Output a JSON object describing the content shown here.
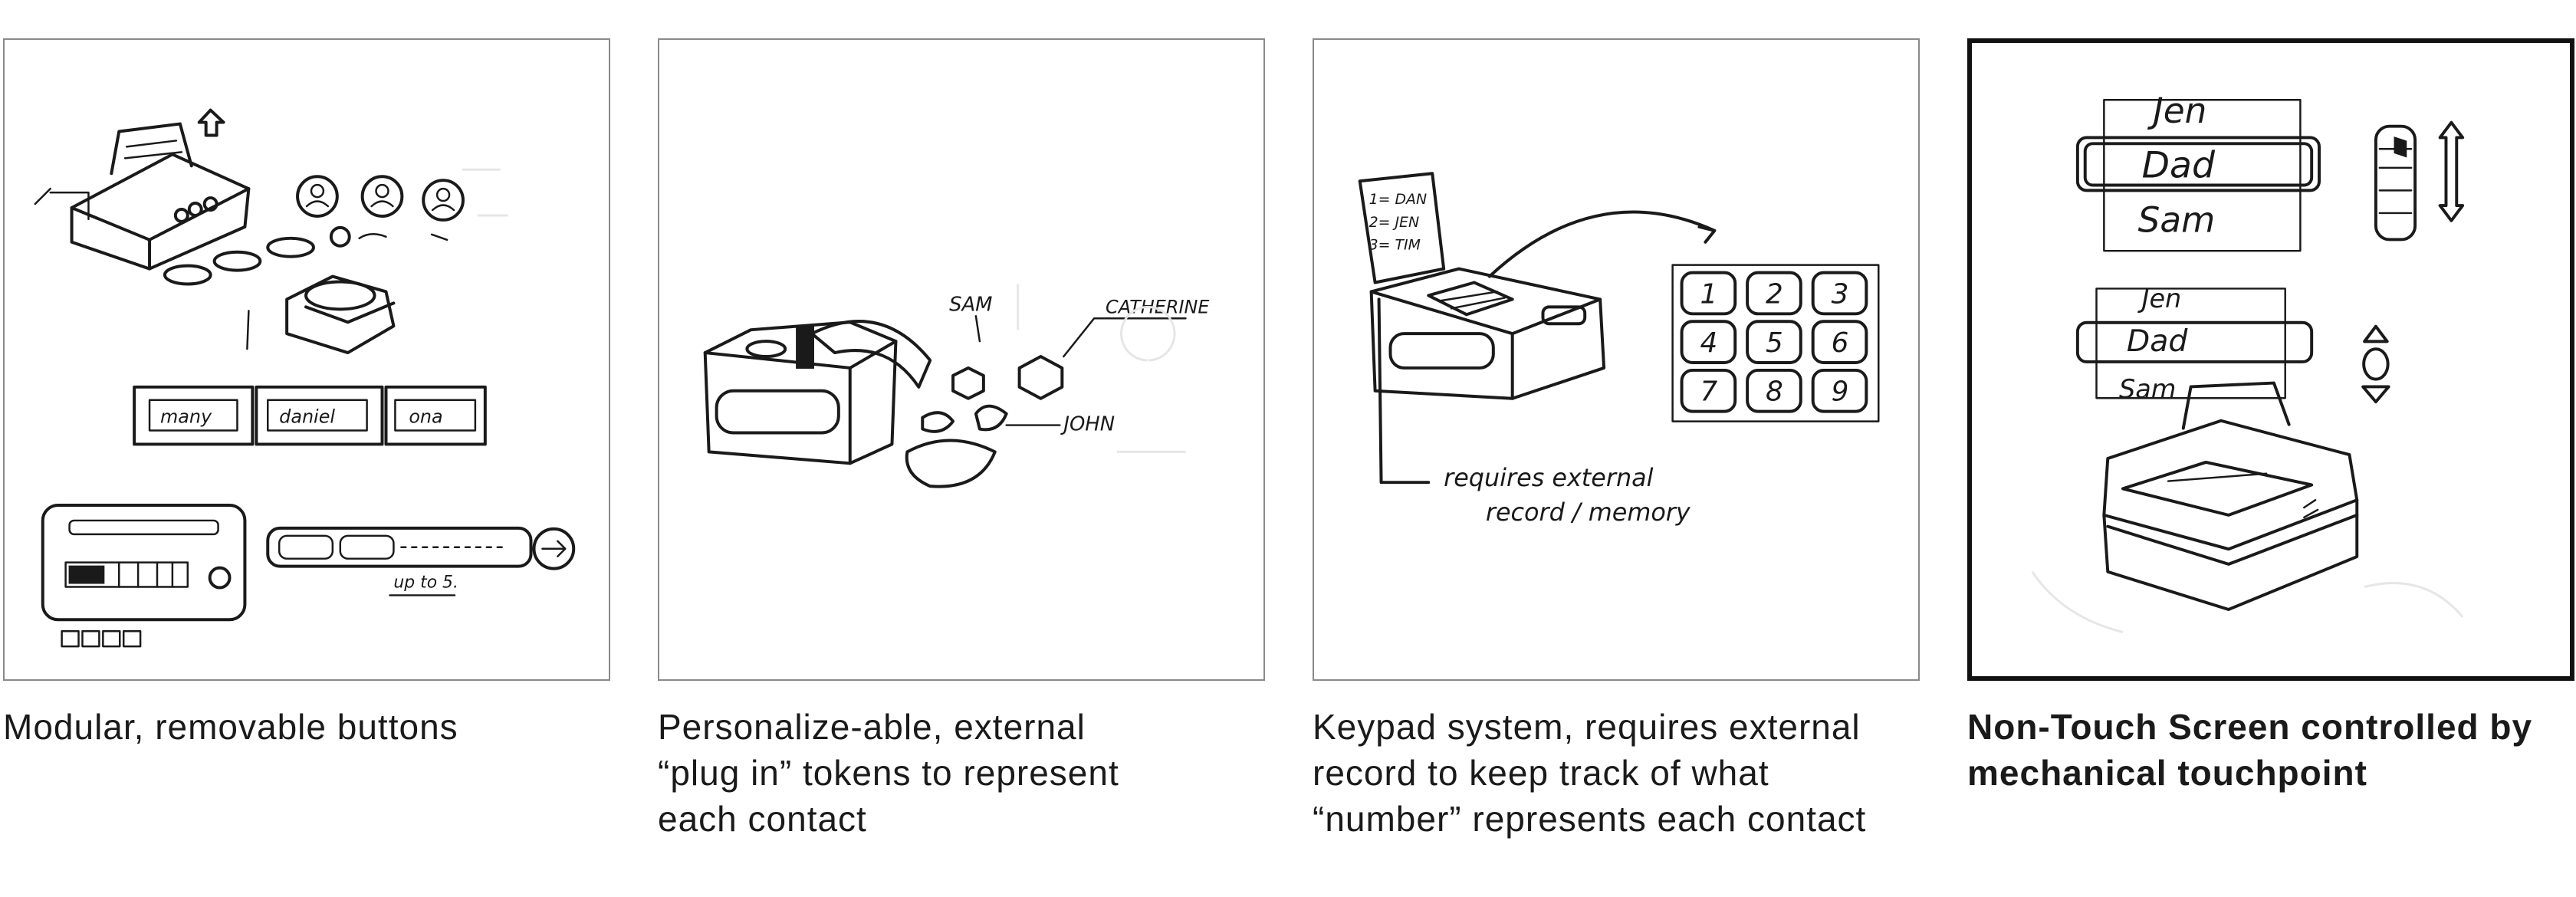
{
  "panels": [
    {
      "caption_lines": [
        "Modular, removable buttons"
      ],
      "sketch_labels": {
        "name1": "many",
        "name2": "daniel",
        "name3": "ona",
        "hint": "up to 5."
      }
    },
    {
      "caption_lines": [
        "Personalize-able, external",
        "“plug in” tokens to represent",
        "each contact"
      ],
      "sketch_labels": {
        "sam": "SAM",
        "catherine": "CATHERINE",
        "john": "JOHN"
      }
    },
    {
      "caption_lines": [
        "Keypad system, requires external",
        "record to keep track of what",
        "“number” represents each contact"
      ],
      "sketch_labels": {
        "note": [
          "1= DAN",
          "2= JEN",
          "3= TIM"
        ],
        "keys": [
          "1",
          "2",
          "3",
          "4",
          "5",
          "6",
          "7",
          "8",
          "9"
        ],
        "remark_line1": "requires external",
        "remark_line2": "record / memory"
      }
    },
    {
      "caption_lines": [
        "Non-Touch Screen controlled by",
        "mechanical touchpoint"
      ],
      "sketch_labels": {
        "top": "Jen",
        "middle": "Dad",
        "bottom": "Sam"
      },
      "selected": true
    }
  ]
}
